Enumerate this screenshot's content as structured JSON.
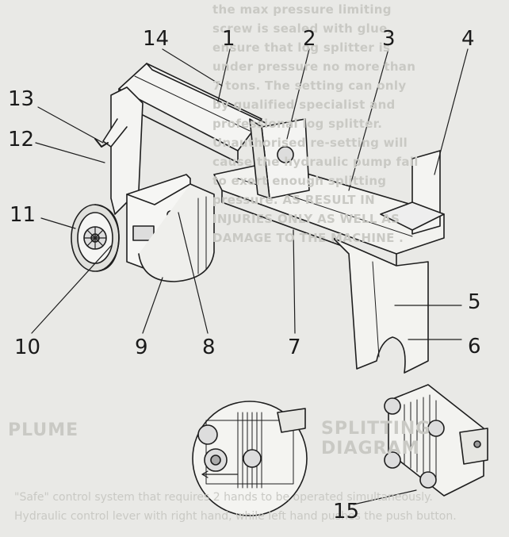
{
  "callouts": {
    "c1": "1",
    "c2": "2",
    "c3": "3",
    "c4": "4",
    "c5": "5",
    "c6": "6",
    "c7": "7",
    "c8": "8",
    "c9": "9",
    "c10": "10",
    "c11": "11",
    "c12": "12",
    "c13": "13",
    "c14": "14",
    "c15": "15"
  },
  "bleed_through": {
    "paragraph_lines": [
      "the max pressure limiting",
      "screw is sealed with glue,",
      "ensure that log splitter is",
      "under pressure no more than",
      "7 tons. The setting can only",
      "by qualified specialist and",
      "professional log splitter.",
      "Unauthorised re-setting will",
      "cause the hydraulic pump fail",
      "to exert enough splitting",
      "pressure. AS RESULT IN",
      "INJURIES ONLY AS WELL AS",
      "DAMAGE TO THE MACHINE ."
    ],
    "heading_right": "SPLITTING DIAGRAM",
    "heading_left": "PLUME",
    "footer_lines": [
      "\"Safe\" control system that requires 2 hands to be operated simultaneously.",
      "Hydraulic control lever with right hand, while left hand pushes the push button."
    ]
  },
  "colors": {
    "background": "#e9e9e6",
    "ink": "#1a1a1a",
    "bleed": "#c9c9c4"
  }
}
